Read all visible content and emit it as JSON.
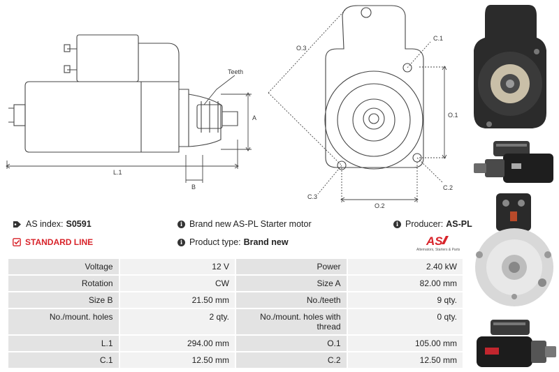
{
  "diagram": {
    "labels": {
      "teeth": "Teeth",
      "a": "A",
      "l1": "L.1",
      "b": "B",
      "o3": "O.3",
      "c1": "C.1",
      "o1": "O.1",
      "c3": "C.3",
      "c2": "C.2",
      "o2": "O.2"
    }
  },
  "info": {
    "as_index_label": "AS index:",
    "as_index_value": "S0591",
    "standard_line": "STANDARD LINE",
    "brand_text": "Brand new AS-PL Starter motor",
    "product_type_label": "Product type:",
    "product_type_value": "Brand new",
    "producer_label": "Producer:",
    "producer_value": "AS-PL"
  },
  "logo": {
    "mark": "AS",
    "tagline": "Alternators, Starters & Parts",
    "brand_color": "#d8232a"
  },
  "specs": [
    {
      "l1": "Voltage",
      "v1": "12 V",
      "l2": "Power",
      "v2": "2.40 kW"
    },
    {
      "l1": "Rotation",
      "v1": "CW",
      "l2": "Size A",
      "v2": "82.00 mm"
    },
    {
      "l1": "Size B",
      "v1": "21.50 mm",
      "l2": "No./teeth",
      "v2": "9 qty."
    },
    {
      "l1": "No./mount. holes",
      "v1": "2 qty.",
      "l2": "No./mount. holes with thread",
      "v2": "0 qty."
    },
    {
      "l1": "L.1",
      "v1": "294.00 mm",
      "l2": "O.1",
      "v2": "105.00 mm"
    },
    {
      "l1": "C.1",
      "v1": "12.50 mm",
      "l2": "C.2",
      "v2": "12.50 mm"
    }
  ]
}
